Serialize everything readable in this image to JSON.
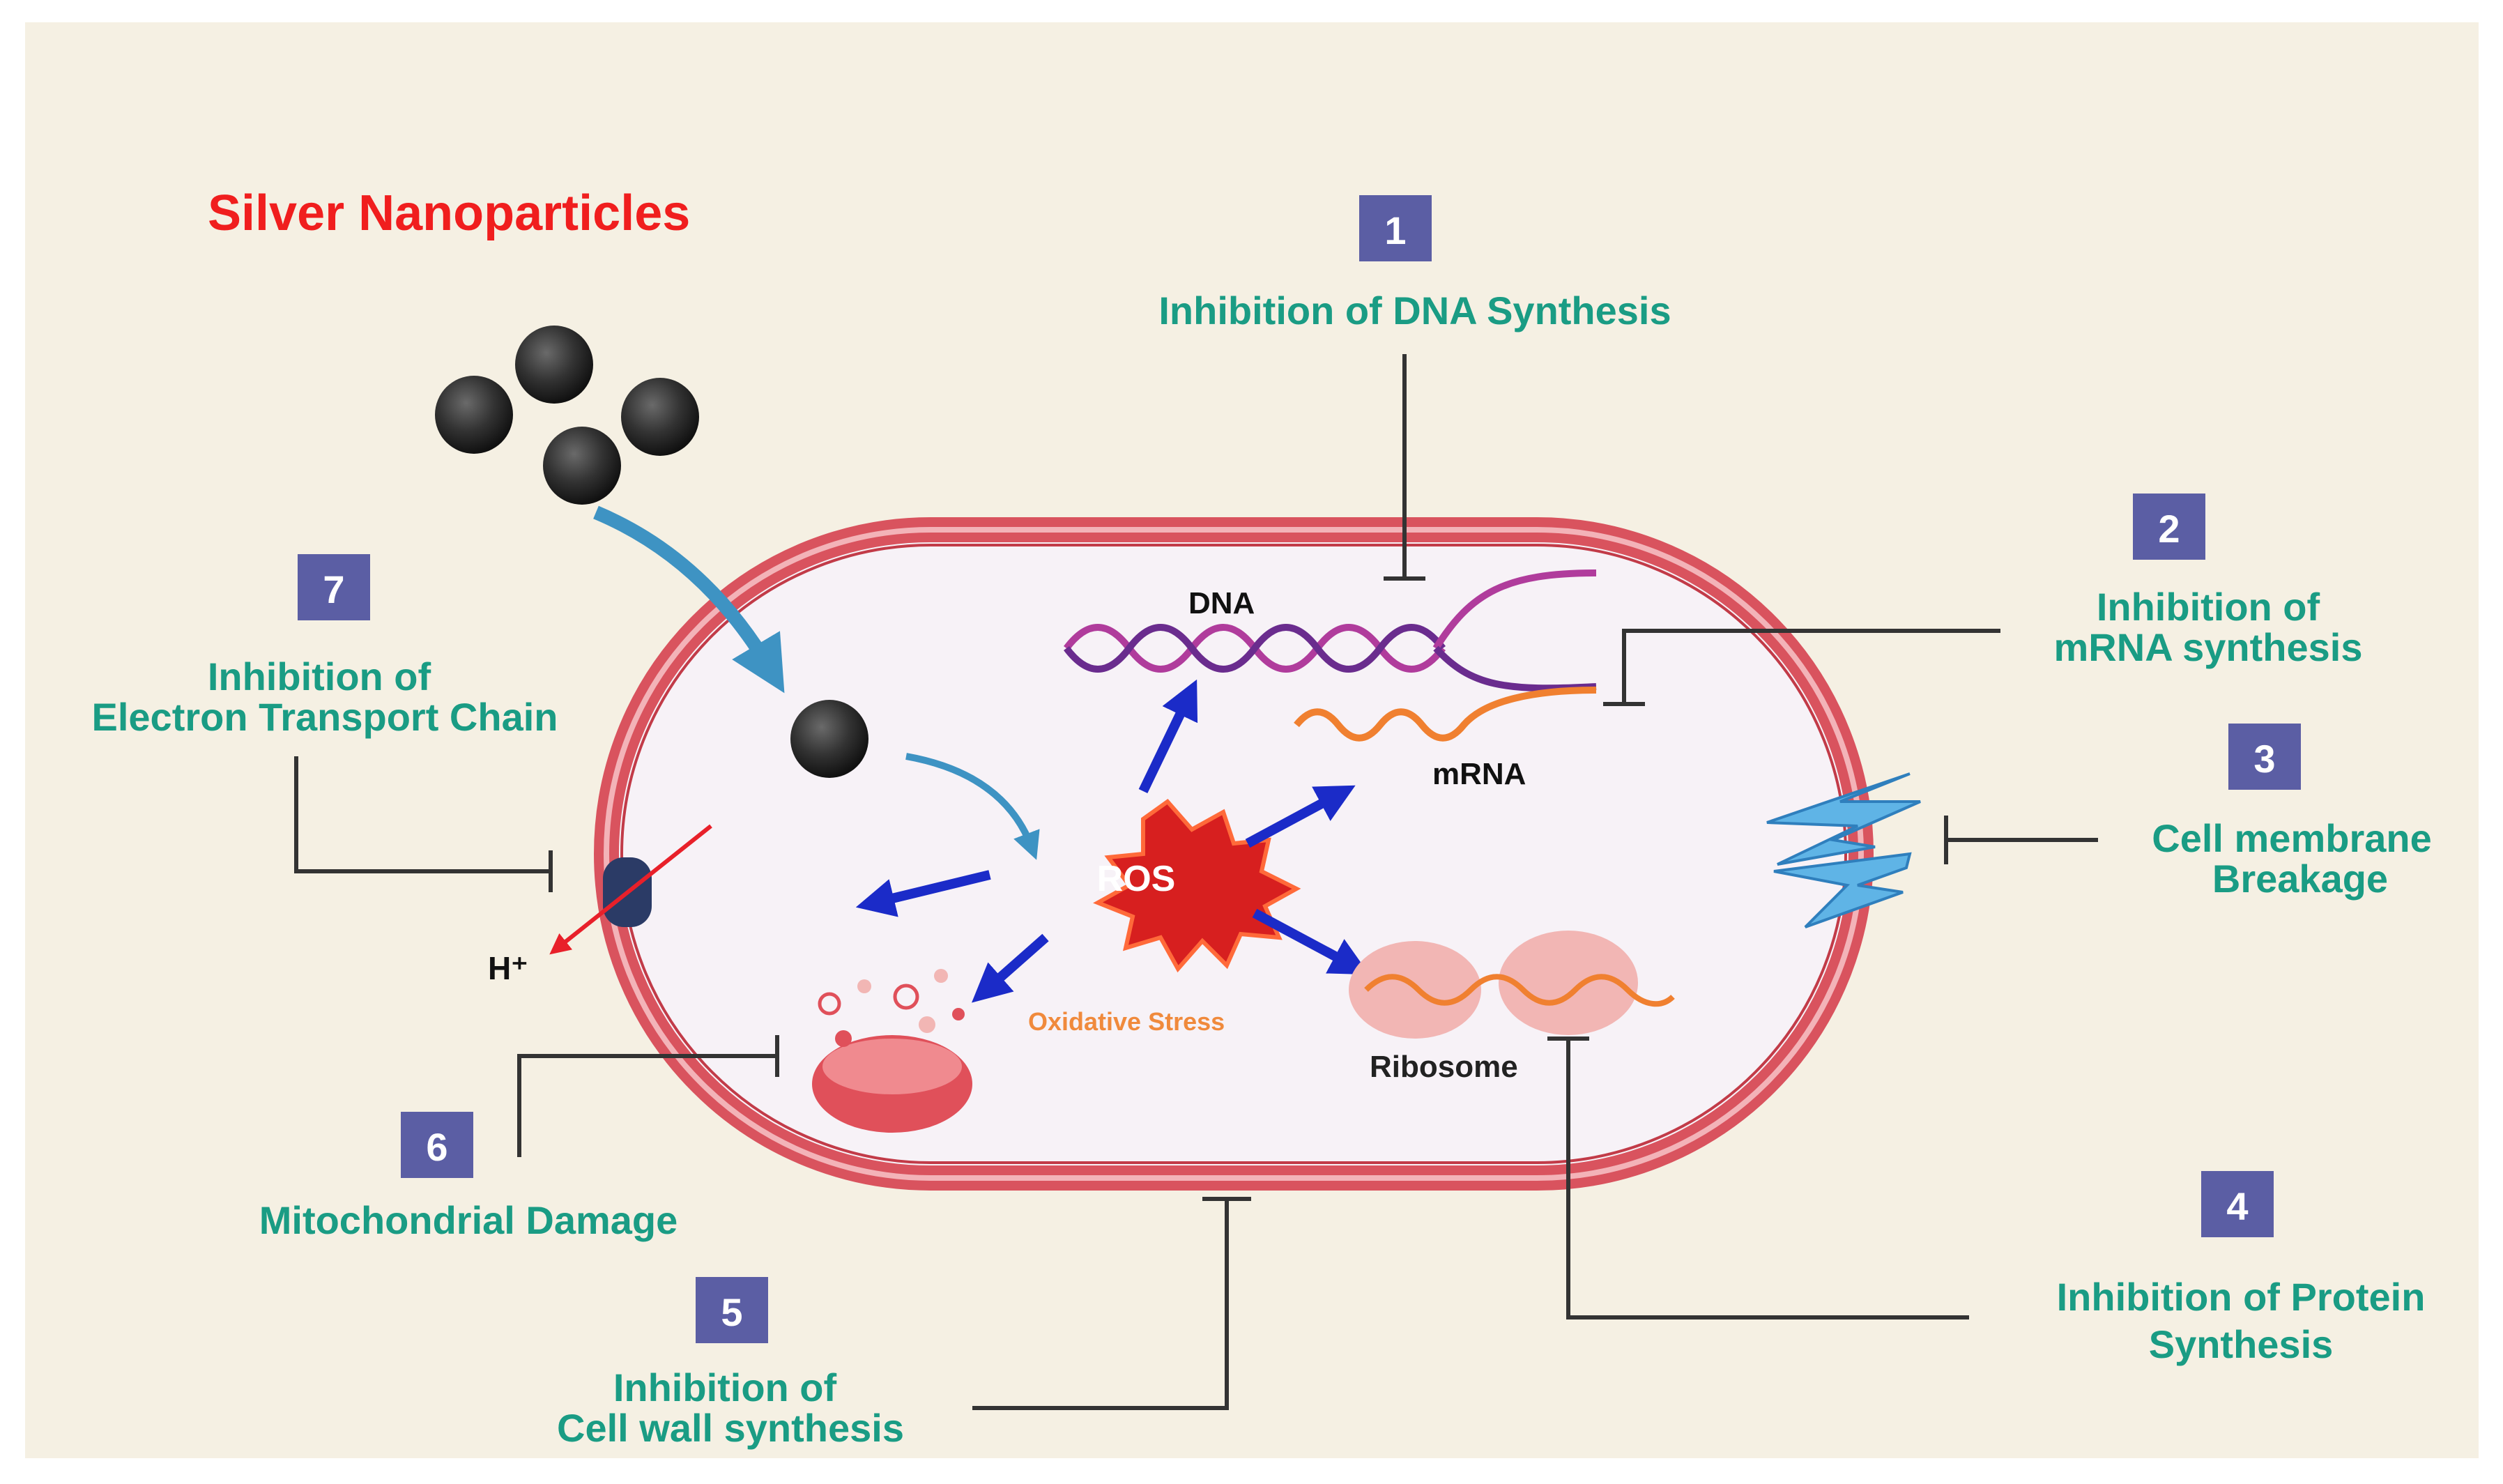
{
  "title": "Silver Nanoparticles",
  "cell_labels": {
    "dna": "DNA",
    "mrna": "mRNA",
    "ros": "ROS",
    "oxidative_stress": "Oxidative Stress",
    "ribosome": "Ribosome",
    "proton": "H⁺"
  },
  "mechanisms": [
    {
      "number": "1",
      "lines": [
        "Inhibition of DNA Synthesis"
      ]
    },
    {
      "number": "2",
      "lines": [
        "Inhibition of",
        "mRNA synthesis"
      ]
    },
    {
      "number": "3",
      "lines": [
        "Cell membrane",
        "Breakage"
      ]
    },
    {
      "number": "4",
      "lines": [
        "Inhibition of Protein",
        "Synthesis"
      ]
    },
    {
      "number": "5",
      "lines": [
        "Inhibition of",
        "Cell wall synthesis"
      ]
    },
    {
      "number": "6",
      "lines": [
        "Mitochondrial Damage"
      ]
    },
    {
      "number": "7",
      "lines": [
        "Inhibition of",
        "Electron Transport Chain"
      ]
    }
  ],
  "colors": {
    "background": "#f5f0e3",
    "title": "#f01e1e",
    "mechanism_text": "#1a9c84",
    "badge": "#5b5ea4",
    "membrane": "#d9535e",
    "cytoplasm": "#f7f2f7",
    "ros_burst": "#d71f1f",
    "arrow": "#1b2bc8",
    "nanoparticle": "#3a3a3a"
  }
}
